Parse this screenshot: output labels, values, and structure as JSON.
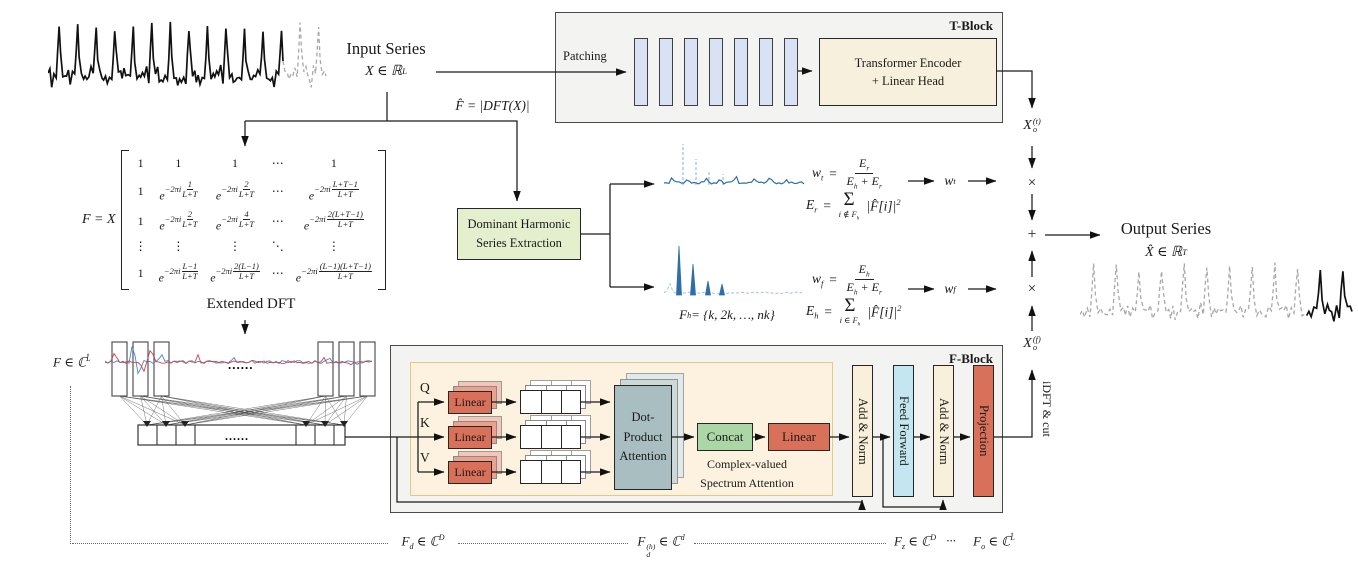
{
  "figure": {
    "input": {
      "label": "Input Series",
      "math": "X ∈ ℝ<sup>L</sup>"
    },
    "dft_label": "F̂ = |DFT(X)|",
    "extended_dft": "Extended DFT",
    "f_complex": "F ∈ ℂ<sup>L̂</sup>",
    "matrix": {
      "lhs": "F = X",
      "exp_prefix": "−2πi",
      "rows": [
        [
          {
            "t": "1"
          },
          {
            "t": "1"
          },
          {
            "t": "1"
          },
          {
            "t": "⋯"
          },
          {
            "t": "1"
          }
        ],
        [
          {
            "t": "1"
          },
          {
            "n": "1",
            "d": "L+T"
          },
          {
            "n": "2",
            "d": "L+T"
          },
          {
            "t": "⋯"
          },
          {
            "n": "L+T−1",
            "d": "L+T"
          }
        ],
        [
          {
            "t": "1"
          },
          {
            "n": "2",
            "d": "L+T"
          },
          {
            "n": "4",
            "d": "L+T"
          },
          {
            "t": "⋯"
          },
          {
            "n": "2(L+T−1)",
            "d": "L+T"
          }
        ],
        [
          {
            "t": "⋮"
          },
          {
            "t": "⋮"
          },
          {
            "t": "⋮"
          },
          {
            "t": "⋱"
          },
          {
            "t": "⋮"
          }
        ],
        [
          {
            "t": "1"
          },
          {
            "n": "L−1",
            "d": "L+T"
          },
          {
            "n": "2(L−1)",
            "d": "L+T"
          },
          {
            "t": "⋯"
          },
          {
            "n": "(L−1)(L+T−1)",
            "d": "L+T"
          }
        ]
      ]
    },
    "t_block": {
      "title": "T-Block",
      "patching": "Patching",
      "encoder_line1": "Transformer Encoder",
      "encoder_line2": "+ Linear Head",
      "num_patches": 7
    },
    "extraction": {
      "line1": "Dominant Harmonic",
      "line2": "Series Extraction"
    },
    "fh_label": "F<sub>h</sub> = {k, 2k, …, nk}",
    "equations": {
      "wt": {
        "lhs": "w<sub>t</sub>",
        "num": "E<sub>r</sub>",
        "den": "E<sub>h</sub> + E<sub>r</sub>"
      },
      "er": {
        "lhs": "E<sub>r</sub>",
        "sub": "i ∉ F<sub>h</sub>",
        "body": "|F̂[i]|<sup>2</sup>"
      },
      "wf": {
        "lhs": "w<sub>f</sub>",
        "num": "E<sub>h</sub>",
        "den": "E<sub>h</sub> + E<sub>r</sub>"
      },
      "eh": {
        "lhs": "E<sub>h</sub>",
        "sub": "i ∈ F<sub>h</sub>",
        "body": "|F̂[i]|<sup>2</sup>"
      }
    },
    "weights": {
      "wt": "w<sub>t</sub>",
      "wf": "w<sub>f</sub>"
    },
    "operators": {
      "times_top": "×",
      "plus": "+",
      "times_bottom": "×"
    },
    "outputs": {
      "xot": "X<span class=\"stk\"><span>(t)</span><span>o</span></span>",
      "xof": "X<span class=\"stk\"><span>(f)</span><span>o</span></span>"
    },
    "output": {
      "label": "Output Series",
      "math": "X̂ ∈ ℝ<sup>T</sup>"
    },
    "f_block": {
      "title": "F-Block",
      "qkv": [
        "Q",
        "K",
        "V"
      ],
      "linear": "Linear",
      "attention": [
        "Dot-",
        "Product",
        "Attention"
      ],
      "concat": "Concat",
      "linear_out": "Linear",
      "cvsa_line1": "Complex-valued",
      "cvsa_line2": "Spectrum Attention",
      "add_norm_1": "Add & Norm",
      "feed_forward": "Feed Forward",
      "add_norm_2": "Add & Norm",
      "projection": "Projection",
      "idft": "iDFT & cut"
    },
    "bottom_labels": [
      "F<sub>d</sub> ∈ ℂ<sup>D</sup>",
      "F<span class=\"stk\"><span>(h)</span><span>d</span></span> ∈ ℂ<sup>d</sup>",
      "F<sub>z</sub> ∈ ℂ<sup>D</sup>",
      "···",
      "F<sub>o</sub> ∈ ℂ<sup>L̂</sup>"
    ],
    "dots": {
      "butterfly_top": "......",
      "butterfly_bottom": "......"
    }
  },
  "plots": {
    "input_series": {
      "cycles": 15,
      "solid_cut": 237
    },
    "output_series": {
      "cycles": 12,
      "dashed_cut": 228
    },
    "spectrum_top": {
      "baseline": 45,
      "dashed_peaks": [
        [
          21,
          4
        ],
        [
          34,
          19
        ],
        [
          47,
          30
        ],
        [
          61,
          34
        ]
      ]
    },
    "spectrum_bottom": {
      "baseline": 52,
      "solid_peaks": [
        [
          17,
          3
        ],
        [
          31,
          21
        ],
        [
          46,
          38
        ],
        [
          60,
          41
        ]
      ]
    }
  },
  "colors": {
    "block_bg": "#f3f3f1",
    "patch_bar": "#d9e2f4",
    "encoder_box": "#f7f0dc",
    "extraction_box": "#e4efcd",
    "concat": "#abd6a6",
    "accent_red": "#d9705a",
    "feed_forward": "#c3e6f0",
    "add_norm": "#f8f0da",
    "attention": "#a8bec0",
    "inner_bg": "#fcf2df",
    "inner_border": "#e9c77d",
    "spectrum_blue": "#2e6fa8",
    "spectrum_light": "#a5c8e8",
    "series_black": "#111111",
    "series_gray": "#a8a8a8",
    "butterfly_red": "#cf4444",
    "butterfly_blue": "#4a86c8"
  }
}
